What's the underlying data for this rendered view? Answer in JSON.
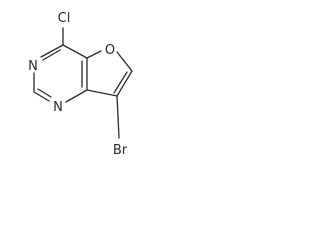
{
  "molecule": {
    "atoms": {
      "chlorine": "Cl",
      "nitrogen_top": "N",
      "nitrogen_bottom": "N",
      "oxygen": "O",
      "bromine": "Br"
    },
    "colors": {
      "ink": "#2a2a2a",
      "background": "#ffffff"
    }
  }
}
